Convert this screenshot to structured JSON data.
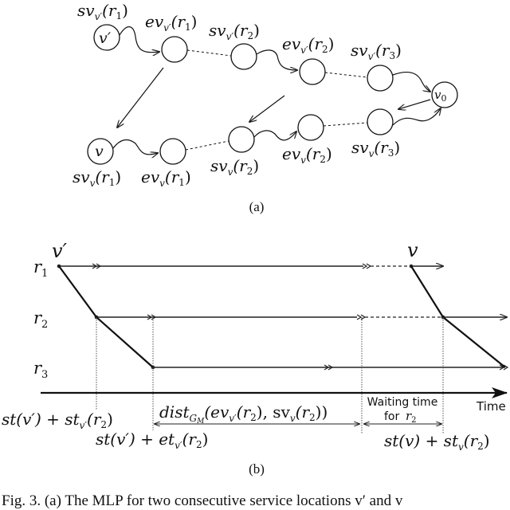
{
  "figure_a": {
    "sublabel": "(a)",
    "nodes": {
      "v_prime": "v′",
      "v": "v",
      "v0": "v0"
    },
    "labels": {
      "sv_vp_r1": "svv′(r1)",
      "ev_vp_r1": "evv′(r1)",
      "sv_vp_r2": "svv′(r2)",
      "ev_vp_r2": "evv′(r2)",
      "sv_vp_r3": "svv′(r3)",
      "sv_v_r1": "svv(r1)",
      "ev_v_r1": "evv(r1)",
      "sv_v_r2": "svv(r2)",
      "ev_v_r2": "evv(r2)",
      "sv_v_r3": "svv(r3)"
    }
  },
  "figure_b": {
    "sublabel": "(b)",
    "rows": [
      "r1",
      "r2",
      "r3"
    ],
    "top_labels": {
      "v_prime": "v′",
      "v": "v"
    },
    "axis_label": "Time",
    "annotations": {
      "st_vp_plus_st_vp_r2": "st(v′) + stv′(r2)",
      "st_vp_plus_et_vp_r2": "st(v′) + etv′(r2)",
      "dist": "distGM(evv′(r2), svv(r2))",
      "waiting_line1": "Waiting time",
      "waiting_line2": "for",
      "waiting_r2": "r2",
      "st_v_plus_st_v_r2": "st(v) + stv(r2)"
    }
  },
  "caption": {
    "text": "Fig. 3.  (a) The MLP for two consecutive service locations v′ and v"
  }
}
